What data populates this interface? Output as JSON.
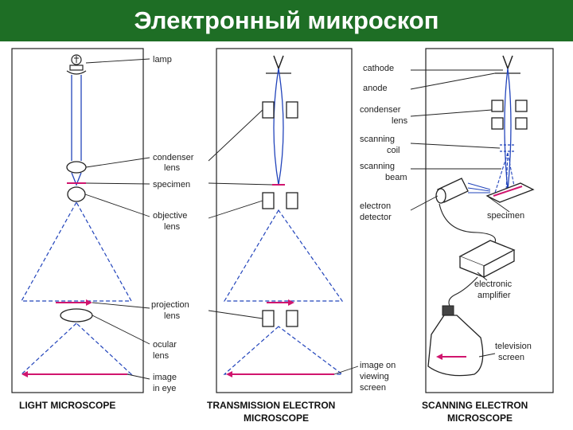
{
  "title": "Электронный микроскоп",
  "colors": {
    "title_bg": "#1e6e25",
    "title_text": "#ffffff",
    "beam": "#2244bb",
    "image_arrow": "#d0156e",
    "lines": "#222222"
  },
  "light_microscope": {
    "caption": "LIGHT MICROSCOPE",
    "labels": {
      "lamp": "lamp",
      "condenser_1": "condenser",
      "condenser_2": "lens",
      "specimen": "specimen",
      "objective_1": "objective",
      "objective_2": "lens",
      "projection_1": "projection",
      "projection_2": "lens",
      "ocular_1": "ocular",
      "ocular_2": "lens",
      "image_1": "image",
      "image_2": "in eye"
    }
  },
  "transmission_microscope": {
    "caption_1": "TRANSMISSION ELECTRON",
    "caption_2": "MICROSCOPE",
    "labels": {
      "cathode": "cathode",
      "anode": "anode",
      "condenser_1": "condenser",
      "condenser_2": "lens",
      "scanning_coil_1": "scanning",
      "scanning_coil_2": "coil",
      "scanning_beam_1": "scanning",
      "scanning_beam_2": "beam",
      "electron_detector_1": "electron",
      "electron_detector_2": "detector",
      "image_screen_1": "image on",
      "image_screen_2": "viewing",
      "image_screen_3": "screen"
    }
  },
  "scanning_microscope": {
    "caption_1": "SCANNING ELECTRON",
    "caption_2": "MICROSCOPE",
    "labels": {
      "specimen": "specimen",
      "amplifier_1": "electronic",
      "amplifier_2": "amplifier",
      "tv_1": "television",
      "tv_2": "screen"
    }
  }
}
